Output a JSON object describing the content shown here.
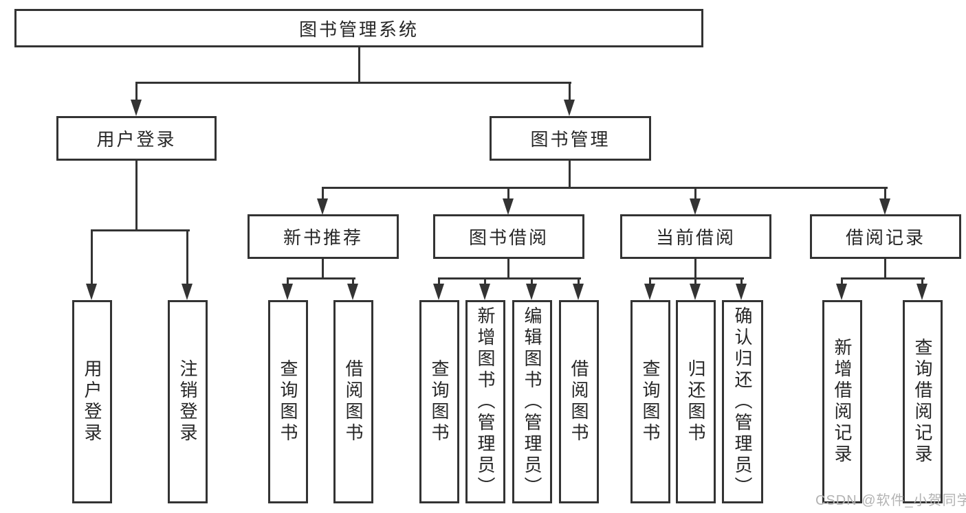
{
  "diagram": {
    "type": "hierarchy-chart",
    "colors": {
      "line": "#333333",
      "text": "#262626",
      "background": "#ffffff",
      "watermark": "#b3b3b3"
    },
    "nodes": {
      "root": {
        "label": "图书管理系统"
      },
      "user_login": {
        "label": "用户登录"
      },
      "book_mgmt": {
        "label": "图书管理"
      },
      "login": {
        "label": "用户登录"
      },
      "logout": {
        "label": "注销登录"
      },
      "new_books": {
        "label": "新书推荐"
      },
      "borrowing": {
        "label": "图书借阅"
      },
      "current": {
        "label": "当前借阅"
      },
      "records": {
        "label": "借阅记录"
      },
      "nb_search": {
        "label": "查询图书"
      },
      "nb_borrow": {
        "label": "借阅图书"
      },
      "bw_search": {
        "label": "查询图书"
      },
      "bw_add": {
        "label": "新增图书（管理员）"
      },
      "bw_edit": {
        "label": "编辑图书（管理员）"
      },
      "bw_borrow": {
        "label": "借阅图书"
      },
      "cur_search": {
        "label": "查询图书"
      },
      "cur_return": {
        "label": "归还图书"
      },
      "cur_confirm": {
        "label": "确认归还（管理员）"
      },
      "rec_add": {
        "label": "新增借阅记录"
      },
      "rec_search": {
        "label": "查询借阅记录"
      }
    },
    "hierarchy": {
      "图书管理系统": {
        "用户登录": [
          "用户登录",
          "注销登录"
        ],
        "图书管理": {
          "新书推荐": [
            "查询图书",
            "借阅图书"
          ],
          "图书借阅": [
            "查询图书",
            "新增图书（管理员）",
            "编辑图书（管理员）",
            "借阅图书"
          ],
          "当前借阅": [
            "查询图书",
            "归还图书",
            "确认归还（管理员）"
          ],
          "借阅记录": [
            "新增借阅记录",
            "查询借阅记录"
          ]
        }
      }
    }
  },
  "watermark": {
    "text": "CSDN @软件_小贺同学"
  }
}
